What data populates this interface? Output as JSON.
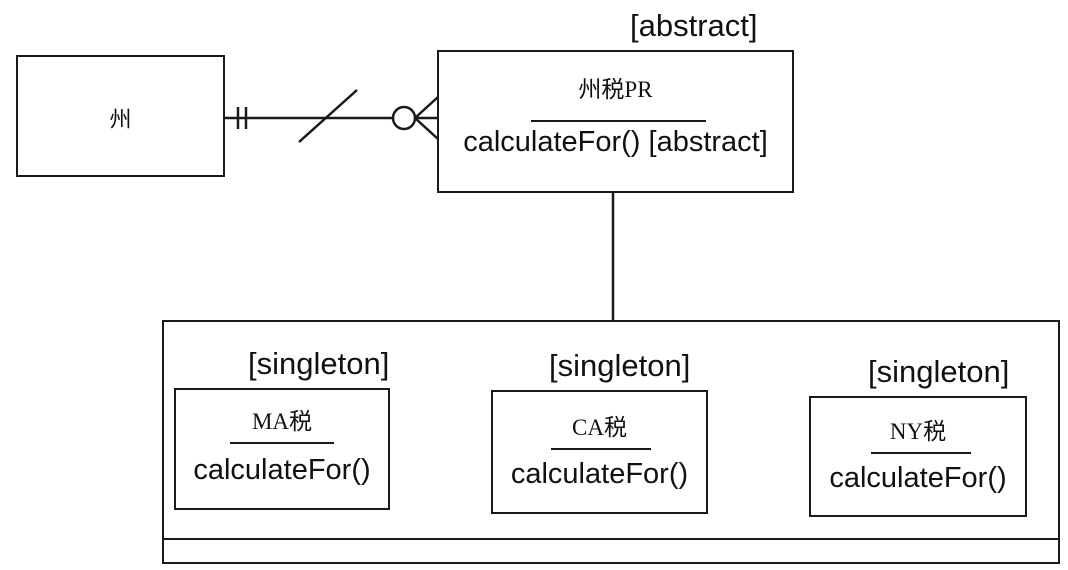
{
  "state_box": {
    "label": "州"
  },
  "abstract_class": {
    "stereotype": "[abstract]",
    "name": "州税PR",
    "method": "calculateFor() [abstract]"
  },
  "singletons": [
    {
      "stereotype": "[singleton]",
      "name": "MA税",
      "method": "calculateFor()"
    },
    {
      "stereotype": "[singleton]",
      "name": "CA税",
      "method": "calculateFor()"
    },
    {
      "stereotype": "[singleton]",
      "name": "NY税",
      "method": "calculateFor()"
    }
  ]
}
